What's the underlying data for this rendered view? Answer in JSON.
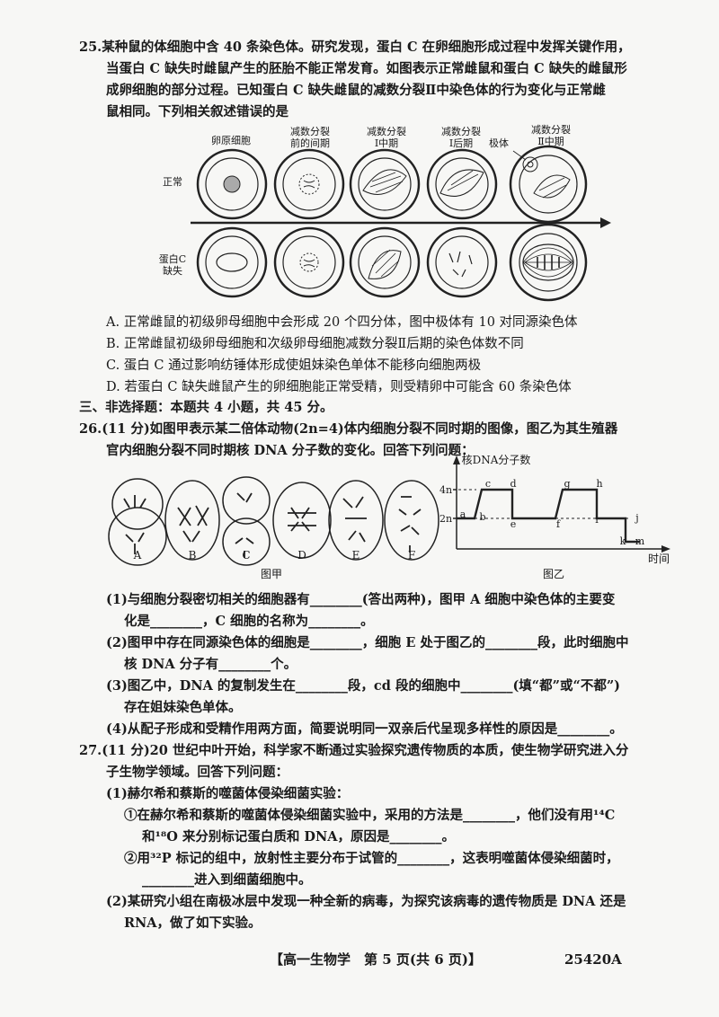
{
  "q25": {
    "stem": [
      "25.某种鼠的体细胞中含 40 条染色体。研究发现，蛋白 C 在卵细胞形成过程中发挥关键作用，",
      "当蛋白 C 缺失时雌鼠产生的胚胎不能正常发育。如图表示正常雌鼠和蛋白 C 缺失的雌鼠形",
      "成卵细胞的部分过程。已知蛋白 C 缺失雌鼠的减数分裂Ⅱ中染色体的行为变化与正常雌",
      "鼠相同。下列相关叙述错误的是"
    ],
    "figure": {
      "stage_labels": [
        "卵原细胞",
        "减数分裂前的间期",
        "减数分裂Ⅰ中期",
        "减数分裂Ⅰ后期",
        "减数分裂Ⅱ中期"
      ],
      "stage_label_lines": [
        [
          "卵原细胞"
        ],
        [
          "减数分裂",
          "前的间期"
        ],
        [
          "减数分裂",
          "Ⅰ中期"
        ],
        [
          "减数分裂",
          "Ⅰ后期"
        ],
        [
          "减数分裂",
          "Ⅱ中期"
        ]
      ],
      "polar_body_label": "极体",
      "row_normal": "正常",
      "row_missing": [
        "蛋白C",
        "缺失"
      ]
    },
    "options": [
      "A. 正常雌鼠的初级卵母细胞中会形成 20 个四分体，图中极体有 10 对同源染色体",
      "B. 正常雌鼠初级卵母细胞和次级卵母细胞减数分裂Ⅱ后期的染色体数不同",
      "C. 蛋白 C 通过影响纺锤体形成使姐妹染色单体不能移向细胞两极",
      "D. 若蛋白 C 缺失雌鼠产生的卵细胞能正常受精，则受精卵中可能含 60 条染色体"
    ]
  },
  "section3": "三、非选择题：本题共 4 小题，共 45 分。",
  "q26": {
    "stem": [
      "26.(11 分)如图甲表示某二倍体动物(2n=4)体内细胞分裂不同时期的图像，图乙为其生殖器",
      "官内细胞分裂不同时期核 DNA 分子数的变化。回答下列问题："
    ],
    "fig_a_letters": [
      "A",
      "B",
      "C",
      "D",
      "E",
      "F"
    ],
    "fig_a_caption": "图甲",
    "fig_b_caption": "图乙",
    "fig_b": {
      "ylabel": "核DNA分子数",
      "xlabel": "时间",
      "ticks": [
        "4n",
        "2n"
      ],
      "points": [
        "a",
        "b",
        "c",
        "d",
        "e",
        "f",
        "g",
        "h",
        "i",
        "j",
        "k",
        "m"
      ]
    },
    "lines": [
      "(1)与细胞分裂密切相关的细胞器有________(答出两种)，图甲 A 细胞中染色体的主要变",
      "化是________，C 细胞的名称为________。",
      "(2)图甲中存在同源染色体的细胞是________，细胞 E 处于图乙的________段，此时细胞中",
      "核 DNA 分子有________个。",
      "(3)图乙中，DNA 的复制发生在________段，cd 段的细胞中________(填“都”或“不都”)",
      "存在姐妹染色单体。",
      "(4)从配子形成和受精作用两方面，简要说明同一双亲后代呈现多样性的原因是________。"
    ]
  },
  "q27": {
    "lines": [
      "27.(11 分)20 世纪中叶开始，科学家不断通过实验探究遗传物质的本质，使生物学研究进入分",
      "子生物学领域。回答下列问题：",
      "(1)赫尔希和蔡斯的噬菌体侵染细菌实验：",
      "①在赫尔希和蔡斯的噬菌体侵染细菌实验中，采用的方法是________，他们没有用¹⁴C",
      "和¹⁸O 来分别标记蛋白质和 DNA，原因是________。",
      "②用³²P 标记的组中，放射性主要分布于试管的________，这表明噬菌体侵染细菌时，",
      "________进入到细菌细胞中。",
      "(2)某研究小组在南极冰层中发现一种全新的病毒，为探究该病毒的遗传物质是 DNA 还是",
      "RNA，做了如下实验。"
    ]
  },
  "footer": {
    "center": "【高一生物学　第 5 页(共 6 页)】",
    "code": "25420A"
  }
}
